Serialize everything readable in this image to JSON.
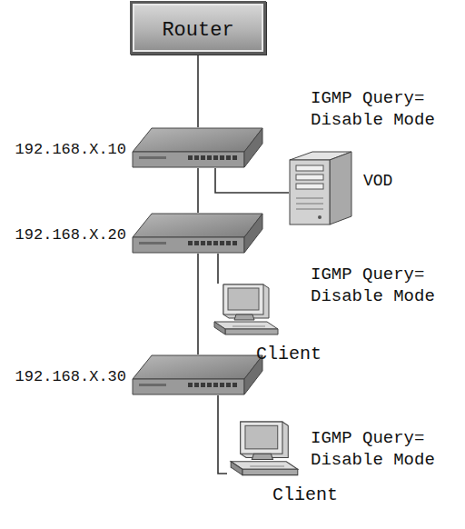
{
  "diagram": {
    "nodes": [
      {
        "text": [
          "Router"
        ]
      },
      {
        "text": [
          "192.168.X.10"
        ]
      },
      {
        "text": [
          "VOD"
        ]
      },
      {
        "text": [
          "192.168.X.20"
        ]
      },
      {
        "text": [
          "Client"
        ]
      },
      {
        "text": [
          "192.168.X.30"
        ]
      },
      {
        "text": [
          "Client"
        ]
      }
    ],
    "edges": [
      {
        "from": 0,
        "to": 1,
        "arrow": "none"
      },
      {
        "from": 1,
        "to": 2,
        "arrow": "none"
      },
      {
        "from": 1,
        "to": 3,
        "arrow": "none"
      },
      {
        "from": 3,
        "to": 4,
        "arrow": "none"
      },
      {
        "from": 3,
        "to": 5,
        "arrow": "none"
      },
      {
        "from": 5,
        "to": 6,
        "arrow": "none"
      }
    ],
    "labels": [
      "IGMP Query= Disable Mode",
      "IGMP Query= Disable Mode",
      "IGMP Query= Disable Mode"
    ]
  }
}
